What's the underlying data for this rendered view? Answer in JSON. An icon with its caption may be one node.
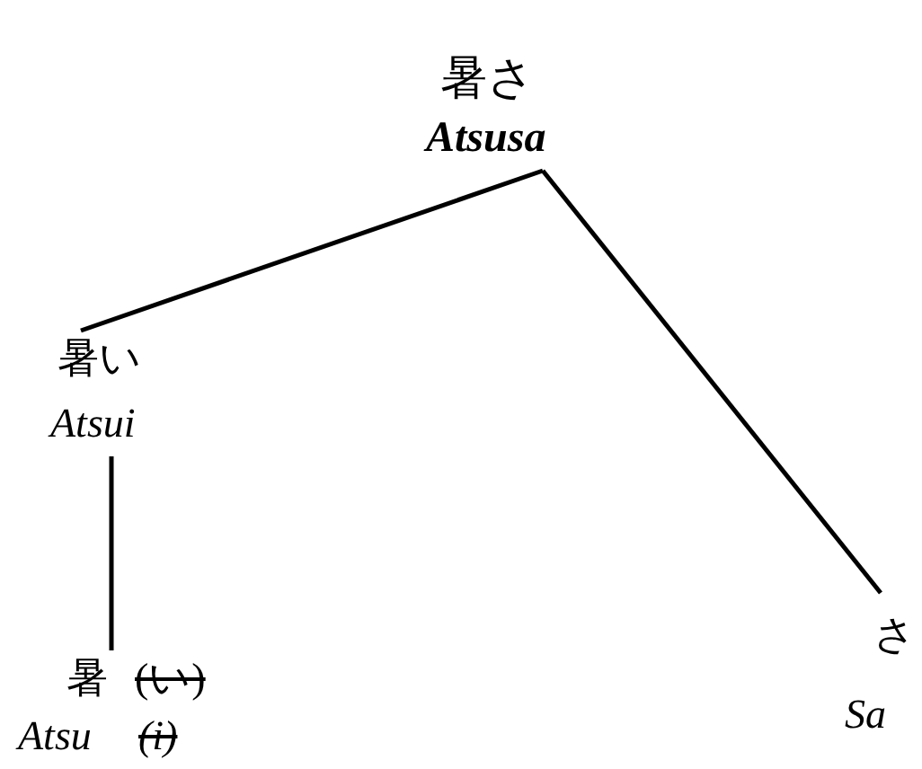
{
  "diagram": {
    "nodes": [
      {
        "text": [
          "暑さ",
          "Atsusa"
        ]
      },
      {
        "text": [
          "暑い",
          "Atsui"
        ]
      },
      {
        "text": [
          "暑",
          "(い)",
          "Atsu",
          "(i)"
        ]
      },
      {
        "text": [
          "さ",
          "Sa"
        ]
      }
    ],
    "edges": [
      {
        "from": 0,
        "to": 1,
        "arrow": "none"
      },
      {
        "from": 0,
        "to": 3,
        "arrow": "none"
      },
      {
        "from": 1,
        "to": 2,
        "arrow": "none"
      }
    ]
  }
}
